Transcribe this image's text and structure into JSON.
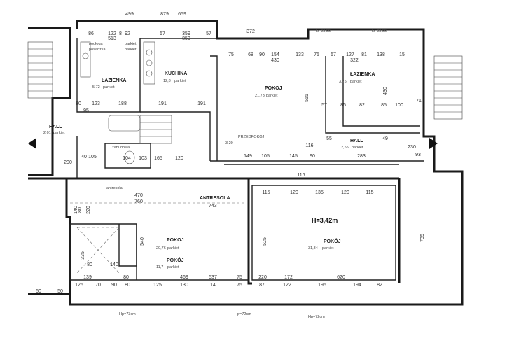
{
  "rooms": {
    "kitchen": {
      "name": "KUCHINA",
      "area": "12,8",
      "floor": "parkiet"
    },
    "bathroom1": {
      "name": "ŁAZIENKA",
      "area": "5,72",
      "floor": "parkiet"
    },
    "bathroom2": {
      "name": "ŁAZIENKA",
      "area": "3,75",
      "floor": "parkiet"
    },
    "room1": {
      "name": "POKÓJ",
      "area": "21,73",
      "floor": "parkiet"
    },
    "hall_left": {
      "name": "HALL",
      "area": "2,01",
      "floor": "parkiet"
    },
    "hall_right": {
      "name": "HALL",
      "area": "2,55",
      "floor": "parkiet"
    },
    "vestibule": {
      "name": "PRZEDPOKÓJ",
      "area": "3,20"
    },
    "entresol": {
      "name": "ANTRESOLA",
      "dim": "743"
    },
    "room2": {
      "name": "POKÓJ",
      "area": "20,76",
      "floor": "parkiet"
    },
    "room3": {
      "name": "POKÓJ",
      "area": "11,7",
      "floor": "parkiet"
    },
    "room4": {
      "name": "POKÓJ",
      "area": "31,34",
      "floor": "parkiet"
    },
    "height": "H=3,42m",
    "wardrobe": "zabudowa",
    "entresol_label": "antresola"
  },
  "notes": {
    "floor_label_1": "podłoga",
    "floor_label_2": "posadzka",
    "floor_label_3": "parkiet",
    "floor_label_4": "parkiet",
    "sill1": "Hp=73cm",
    "sill2": "Hp=72cm",
    "sill3": "Hp=72cm",
    "sill_top1": "Hp=28,55",
    "sill_top2": "Hp=28,55"
  },
  "dims_top": [
    "499",
    "879",
    "659",
    "86",
    "122",
    "8",
    "92",
    "57",
    "359",
    "57",
    "513",
    "853",
    "372",
    "75",
    "68",
    "90",
    "154",
    "133",
    "75",
    "57",
    "127",
    "81",
    "138",
    "15",
    "430",
    "322",
    "71"
  ],
  "dims_mid": [
    "80",
    "123",
    "188",
    "191",
    "191",
    "95",
    "57",
    "85",
    "82",
    "85",
    "100",
    "55",
    "49",
    "40",
    "105",
    "149",
    "105",
    "145",
    "90",
    "283",
    "116",
    "200",
    "104",
    "103",
    "165",
    "120",
    "116",
    "230",
    "93"
  ],
  "dims_low": [
    "470",
    "760",
    "115",
    "120",
    "135",
    "120",
    "115",
    "80",
    "140"
  ],
  "dims_bottom": [
    "139",
    "80",
    "469",
    "537",
    "75",
    "220",
    "172",
    "620",
    "50",
    "125",
    "70",
    "90",
    "80",
    "125",
    "130",
    "14",
    "75",
    "87",
    "122",
    "195",
    "194",
    "82",
    "50"
  ],
  "dims_vert": [
    "555",
    "430",
    "525",
    "540",
    "335",
    "735",
    "140",
    "220",
    "80"
  ]
}
